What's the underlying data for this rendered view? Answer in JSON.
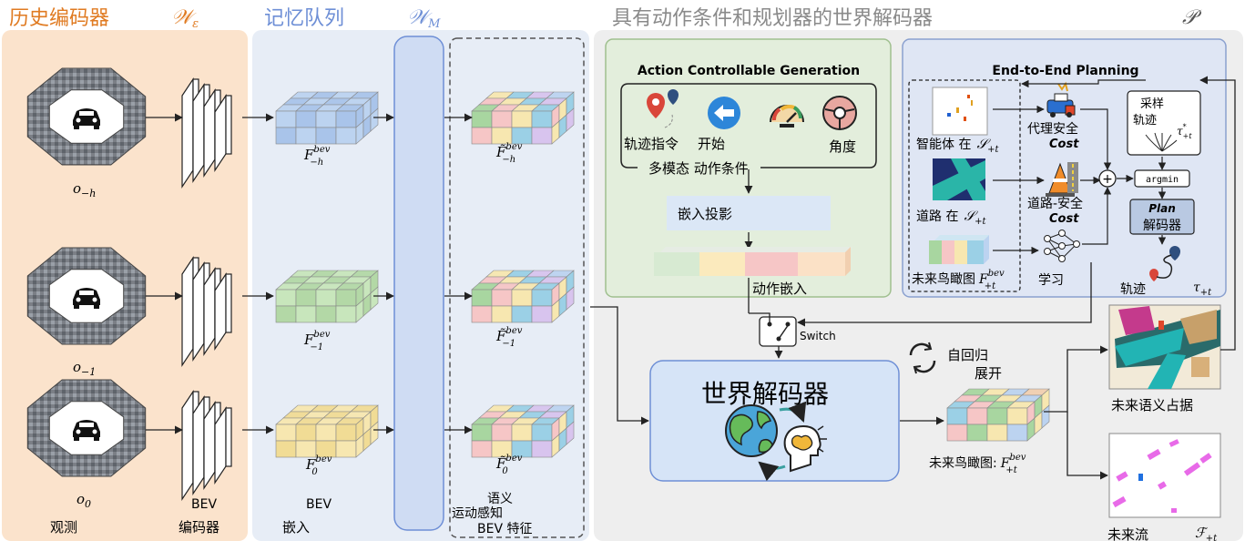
{
  "sections": {
    "history_encoder": {
      "title": "历史编码器",
      "symbol": "𝒲",
      "symbol_sub": "ε"
    },
    "memory_queue": {
      "title": "记忆队列",
      "symbol": "𝒲",
      "symbol_sub": "M"
    },
    "world_decoder": {
      "title": "具有动作条件和规划器的世界解码器",
      "symbol": "𝒫"
    }
  },
  "bottom_labels": {
    "observation": "观测",
    "bev_1": "BEV",
    "encoder": "编码器",
    "bev_2": "BEV",
    "embed": "嵌入",
    "semantic": "语义",
    "motion_aware": "运动感知",
    "bev_feature": "BEV 特征"
  },
  "observations": [
    {
      "base": "o",
      "sub": "−h"
    },
    {
      "base": "o",
      "sub": "−1"
    },
    {
      "base": "o",
      "sub": "0"
    }
  ],
  "bev_features": [
    {
      "base": "F",
      "sup": "bev",
      "sub": "−h",
      "color": "#bcd3f0"
    },
    {
      "base": "F",
      "sup": "bev",
      "sub": "−1",
      "color": "#c8e6bc"
    },
    {
      "base": "F",
      "sup": "bev",
      "sub": "0",
      "color": "#f7e7b0"
    }
  ],
  "semantic_features": [
    {
      "base": "F̃",
      "sup": "bev",
      "sub": "−h"
    },
    {
      "base": "F̃",
      "sup": "bev",
      "sub": "−1"
    },
    {
      "base": "F̃",
      "sup": "bev",
      "sub": "0"
    }
  ],
  "action_panel": {
    "title": "Action Controllable Generation",
    "trajectory_cmd": "轨迹指令",
    "start": "开始",
    "angle": "角度",
    "multimodal": "多模态 动作条件",
    "embed_projection": "嵌入投影",
    "action_embedding": "动作嵌入"
  },
  "planning_panel": {
    "title": "End-to-End Planning",
    "agent_in": "智能体 在",
    "agent_symbol": "𝒮",
    "agent_sub": "+t",
    "agent_safety": "代理安全",
    "cost": "Cost",
    "road_in": "道路 在",
    "road_symbol": "𝒮",
    "road_sub": "+t",
    "road_safety": "道路-安全",
    "road_cost": "Cost",
    "future_bev": "未来鸟瞰图",
    "future_bev_sym": "F",
    "future_bev_sup": "bev",
    "future_bev_sub": "+t",
    "learn": "学习",
    "sample": "采样",
    "trajectory": "轨迹",
    "tau_star": "τ",
    "tau_star_sup": "*",
    "tau_star_sub": "+t",
    "argmin": "argmin",
    "plan": "Plan",
    "decoder": "解码器",
    "traj_out": "轨迹",
    "tau": "τ",
    "tau_sub": "+t"
  },
  "world": {
    "switch": "Switch",
    "decoder_title": "世界解码器",
    "autoregressive": "自回归",
    "rollout": "展开",
    "future_bev_label": "未来鸟瞰图:",
    "future_bev_sym": "F",
    "future_bev_sup": "bev",
    "future_bev_sub": "+t",
    "future_occupancy": "未来语义占据",
    "future_flow": "未来流",
    "flow_symbol": "ℱ",
    "flow_sub": "+t"
  },
  "colors": {
    "history_bg": "#fbe3cc",
    "memory_bg": "#e7edf6",
    "decoder_bg": "#eeeeee",
    "action_bg": "#e3eedc",
    "planning_bg": "#dfe6f4",
    "orange_title": "#e07b22",
    "blue_title": "#6e8fd6",
    "gray_title": "#8a8a8a",
    "world_box": "#d6e4f7",
    "queue_bar": "#cfdcf3"
  }
}
